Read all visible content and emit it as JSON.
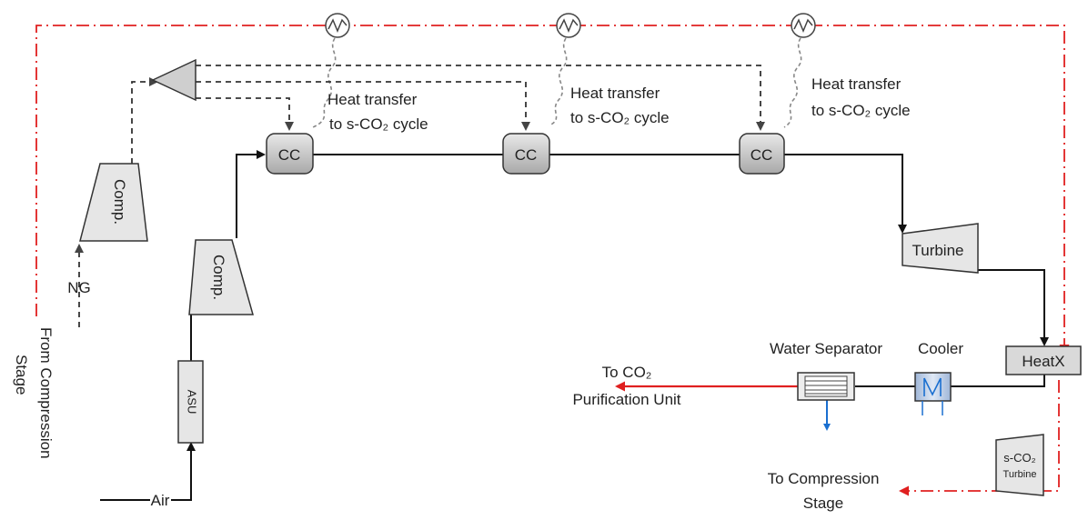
{
  "equipment": {
    "cc1": "CC",
    "cc2": "CC",
    "cc3": "CC",
    "comp_ng": "Comp.",
    "comp_air": "Comp.",
    "asu": "ASU",
    "turbine": "Turbine",
    "heatx": "HeatX",
    "cooler": "Cooler",
    "water_separator": "Water Separator",
    "sco2_turbine_line1": "s-CO₂",
    "sco2_turbine_line2": "Turbine"
  },
  "streams": {
    "ng": "NG",
    "air": "Air",
    "to_co2_line1": "To CO₂",
    "to_co2_line2": "Purification Unit",
    "to_compression_line1": "To Compression",
    "to_compression_line2": "Stage",
    "from_compression_line1": "From Compression",
    "from_compression_line2": "Stage"
  },
  "heat_transfer": [
    {
      "line1": "Heat transfer",
      "line2": "to s-CO₂ cycle"
    },
    {
      "line1": "Heat transfer",
      "line2": "to s-CO₂ cycle"
    },
    {
      "line1": "Heat transfer",
      "line2": "to s-CO₂ cycle"
    }
  ],
  "colors": {
    "sco2_loop": "#e02020",
    "product_stream": "#e02020",
    "water_drain": "#1a6fd0",
    "equipment_fill": "#e6e6e6",
    "combustor_fill": "#bfbfbf"
  }
}
